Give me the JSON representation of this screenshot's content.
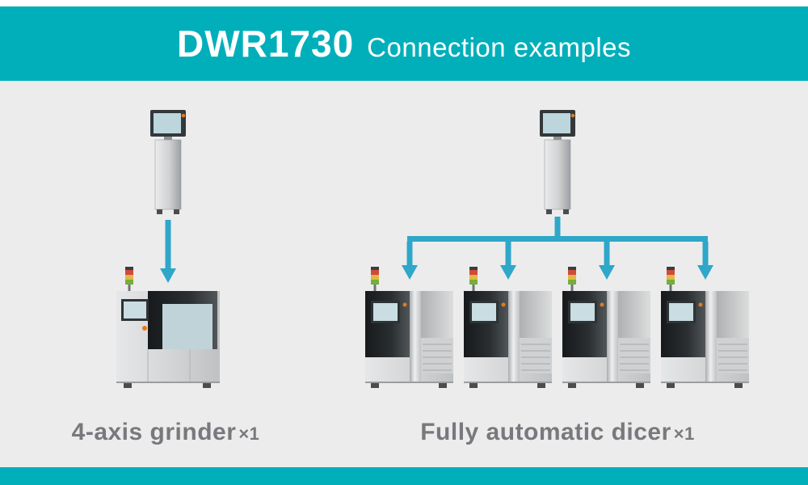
{
  "header": {
    "model": "DWR1730",
    "subtitle": "Connection examples"
  },
  "diagram": {
    "grinder_group": {
      "caption": "4-axis grinder",
      "count_label": "×1",
      "machine_count": 1,
      "controller_icon": "controller-unit-icon",
      "connection": "single-down-arrow"
    },
    "dicer_group": {
      "caption": "Fully automatic dicer",
      "count_label": "×1",
      "machine_count": 4,
      "controller_icon": "controller-unit-icon",
      "connection": "branch-to-four-arrows"
    }
  },
  "colors": {
    "banner_teal": "#00afba",
    "content_background": "#ececed",
    "arrow_blue": "#2fa7c9",
    "caption_text": "#77797c",
    "machine_dark": "#2b2f32",
    "machine_light": "#d5d6d7",
    "screen_blue": "#c9dde2",
    "accent_orange": "#e07b1d",
    "signal_red": "#cf4a3c",
    "signal_yellow": "#e2b83e",
    "signal_green": "#76ad3e"
  }
}
